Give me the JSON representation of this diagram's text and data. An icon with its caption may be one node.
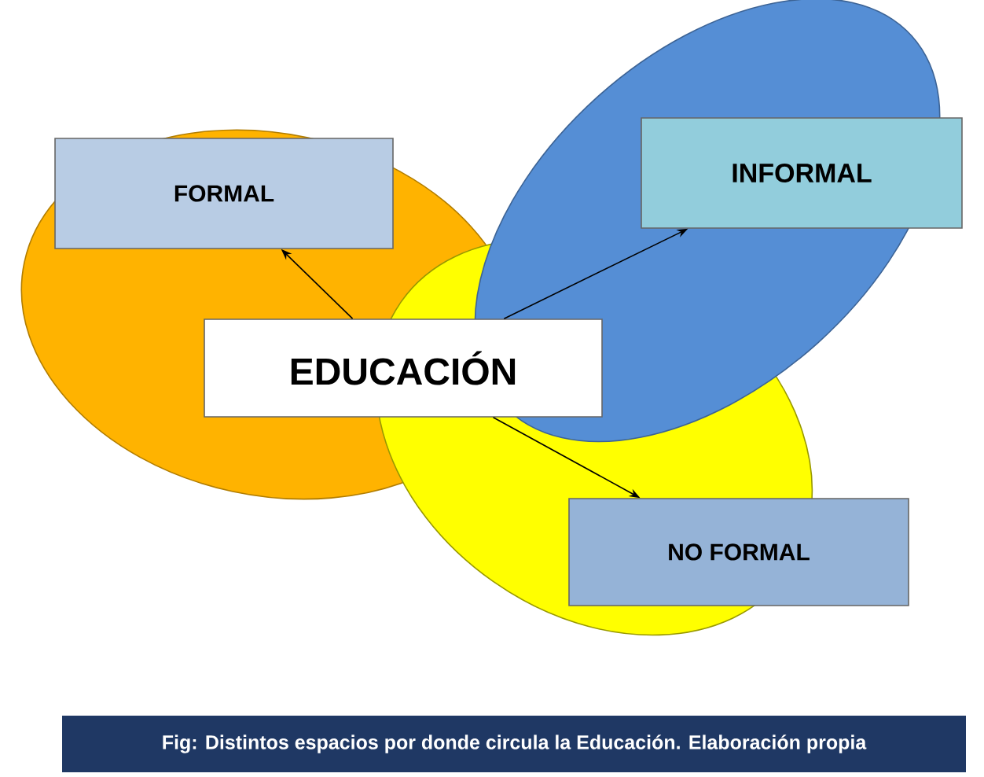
{
  "diagram": {
    "caption": "Fig: Distintos espacios por donde circula la Educación. Elaboración propia",
    "nodes": [
      {
        "text": [
          "FORMAL"
        ]
      },
      {
        "text": [
          "INFORMAL"
        ]
      },
      {
        "text": [
          "EDUCACIÓN"
        ]
      },
      {
        "text": [
          "NO FORMAL"
        ]
      }
    ],
    "edges": [
      {
        "from": 2,
        "to": 0,
        "arrow": "to"
      },
      {
        "from": 2,
        "to": 1,
        "arrow": "to"
      },
      {
        "from": 2,
        "to": 3,
        "arrow": "to"
      }
    ]
  }
}
